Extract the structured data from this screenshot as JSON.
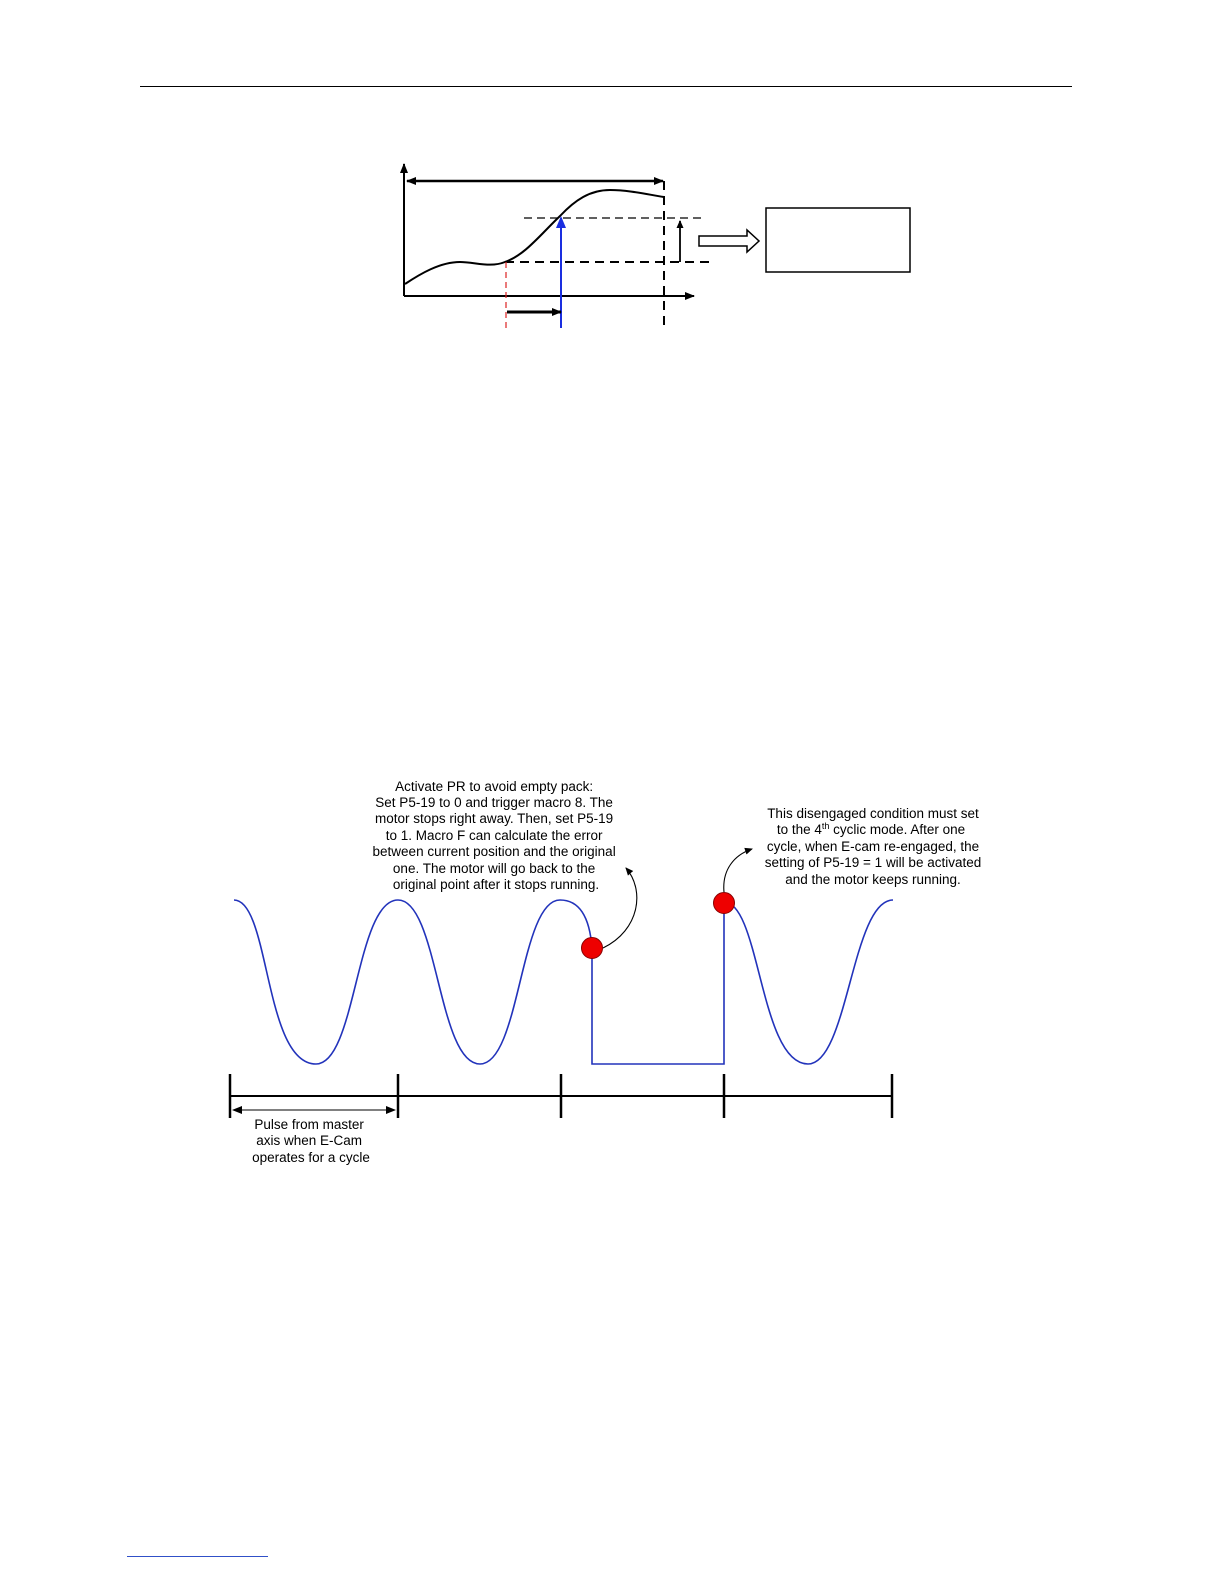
{
  "diagram_bottom": {
    "note_left": [
      "Activate PR to avoid empty pack:",
      "Set P5-19 to 0 and trigger macro 8. The",
      "motor stops right away. Then, set P5-19",
      "to 1. Macro F can calculate the error",
      "between current position and the original",
      "one. The motor will go back to the",
      "original point after it stops running."
    ],
    "note_right": {
      "line1": "This disengaged condition must set",
      "line2_pre": "to the 4",
      "line2_sup": "th",
      "line2_post": " cyclic mode. After one",
      "line3": "cycle, when E-cam re-engaged, the",
      "line4": "setting of P5-19 = 1 will be activated",
      "line5": "and the motor keeps running."
    },
    "pulse_label": [
      "Pulse from master",
      "axis when E-Cam",
      "operates for a cycle"
    ]
  },
  "colors": {
    "wave": "#2233bb",
    "marker_fill": "#ee0000",
    "marker_stroke": "#880000",
    "dashed_red": "#dd2222",
    "blue_arrow": "#1a2ee0",
    "footer_link": "#3050c8"
  }
}
